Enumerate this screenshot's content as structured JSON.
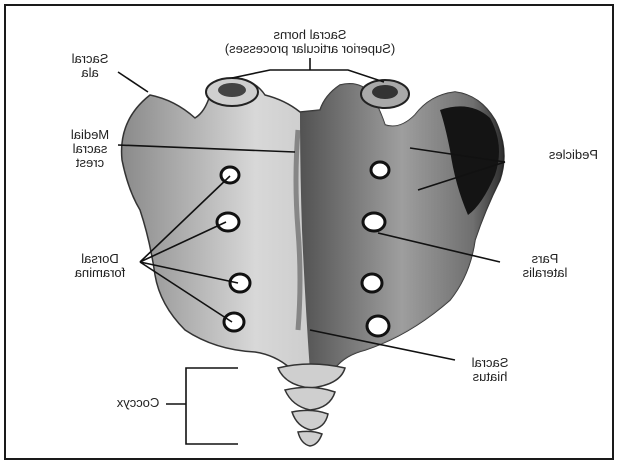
{
  "labels": {
    "sacral_horns": [
      "Sacral horns",
      "(Superior articular processes)"
    ],
    "sacral_ala": [
      "Sacral",
      "ala"
    ],
    "medial_sacral_crest": [
      "Medial",
      "sacral",
      "crest"
    ],
    "pedicles": [
      "Pedicles"
    ],
    "dorsal_foramina": [
      "Dorsal",
      "foramina"
    ],
    "pars_lateralis": [
      "Pars",
      "lateralis"
    ],
    "sacral_hiatus": [
      "Sacral",
      "hiatus"
    ],
    "coccyx": [
      "Coccyx"
    ]
  }
}
